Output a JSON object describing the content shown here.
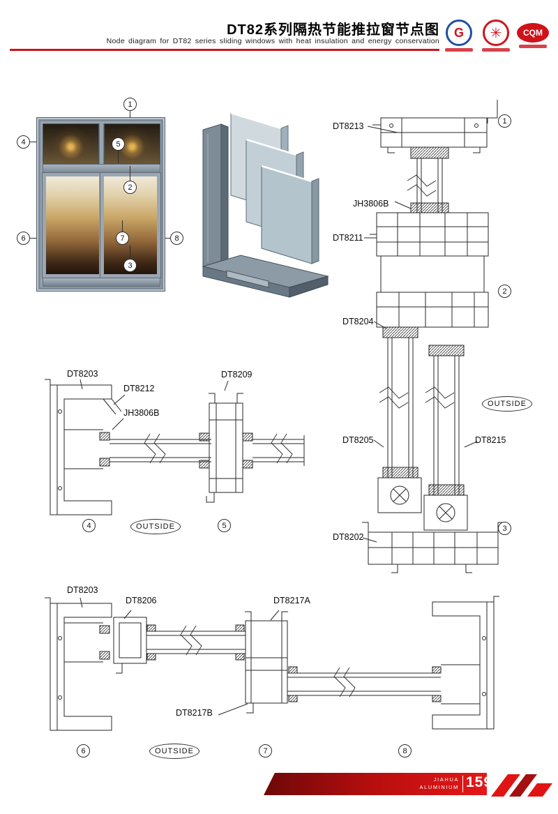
{
  "header": {
    "title_cn": "DT82系列隔热节能推拉窗节点图",
    "title_en": "Node diagram for DT82 series sliding windows with heat insulation and energy conservation"
  },
  "logos": {
    "cqm": "CQM"
  },
  "overview": {
    "callouts": {
      "c1": "1",
      "c2": "2",
      "c3": "3",
      "c4": "4",
      "c5": "5",
      "c6": "6",
      "c7": "7",
      "c8": "8"
    }
  },
  "section_vertical": {
    "dt8213": "DT8213",
    "jh3806b": "JH3806B",
    "dt8211": "DT8211",
    "dt8204": "DT8204",
    "dt8205": "DT8205",
    "dt8215": "DT8215",
    "dt8202": "DT8202",
    "outside": "OUTSIDE",
    "c1": "1",
    "c2": "2",
    "c3": "3"
  },
  "section_mid": {
    "dt8203": "DT8203",
    "dt8212": "DT8212",
    "jh3806b": "JH3806B",
    "dt8209": "DT8209",
    "outside": "OUTSIDE",
    "c4": "4",
    "c5": "5"
  },
  "section_bottom": {
    "dt8203": "DT8203",
    "dt8206": "DT8206",
    "dt8217a": "DT8217A",
    "dt8217b": "DT8217B",
    "outside": "OUTSIDE",
    "c6": "6",
    "c7": "7",
    "c8": "8"
  },
  "footer": {
    "brand_line1": "JIAHUA",
    "brand_line2": "ALUMINIUM",
    "page_number": "159"
  }
}
